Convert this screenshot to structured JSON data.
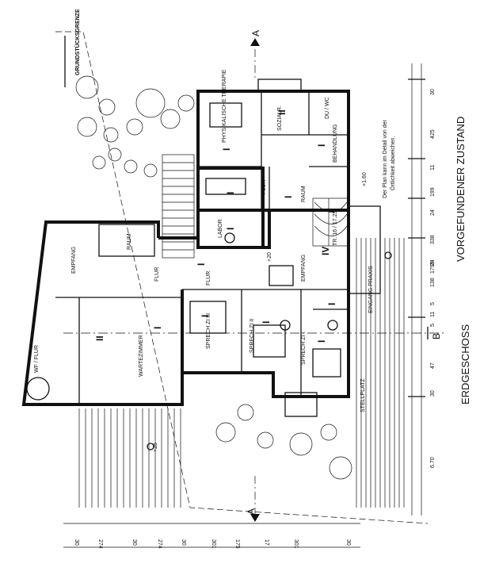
{
  "title_floor": "ERDGESCHOSS",
  "title_state": "VORGEFUNDENER ZUSTAND",
  "boundary_label": "GRUNDSTÜCKSGRENZE",
  "note_line1": "Der Plan kann im Detail von der",
  "note_line2": "Örtlichkeit abweichen.",
  "section_a": "A",
  "section_b": "B",
  "rooms": {
    "physio": "PHYSIKALISCHE THERAPIE",
    "sozialr": "SOZIALR.",
    "duwc": "DU / WC",
    "behandlung": "BEHANDLUNG",
    "raum_right": "RAUM",
    "flur_upper": "FLUR",
    "labor": "LABOR",
    "raum_left": "RAUM",
    "empfang_left": "EMPFANG",
    "flur_center": "FLUR",
    "flur_mid": "FLUR",
    "empfang_center": "EMPFANG",
    "eingang": "EINGANG PRAXIS",
    "sprech3": "SPRECH ZI III",
    "sprech2": "SPRECH ZI II",
    "sprech1": "SPRECH ZI I",
    "wartezimmer": "WARTEZIMMER",
    "wf_flur": "WF / FLUR",
    "stellplatz": "STELLPLATZ"
  },
  "stair_label": "TR. 16 / 17,25",
  "levels": [
    "+1.60",
    "+20",
    "+25"
  ],
  "roman": [
    "I",
    "II",
    "III",
    "IV"
  ],
  "dims_right": [
    "30",
    "425",
    "11",
    "199",
    "24",
    "338",
    "24",
    "138",
    "5",
    "11",
    "5",
    "47",
    "30",
    "6.70",
    "1799"
  ],
  "dims_bottom": [
    "30",
    "274",
    "30",
    "274",
    "30",
    "301",
    "175",
    "17",
    "301",
    "30"
  ]
}
